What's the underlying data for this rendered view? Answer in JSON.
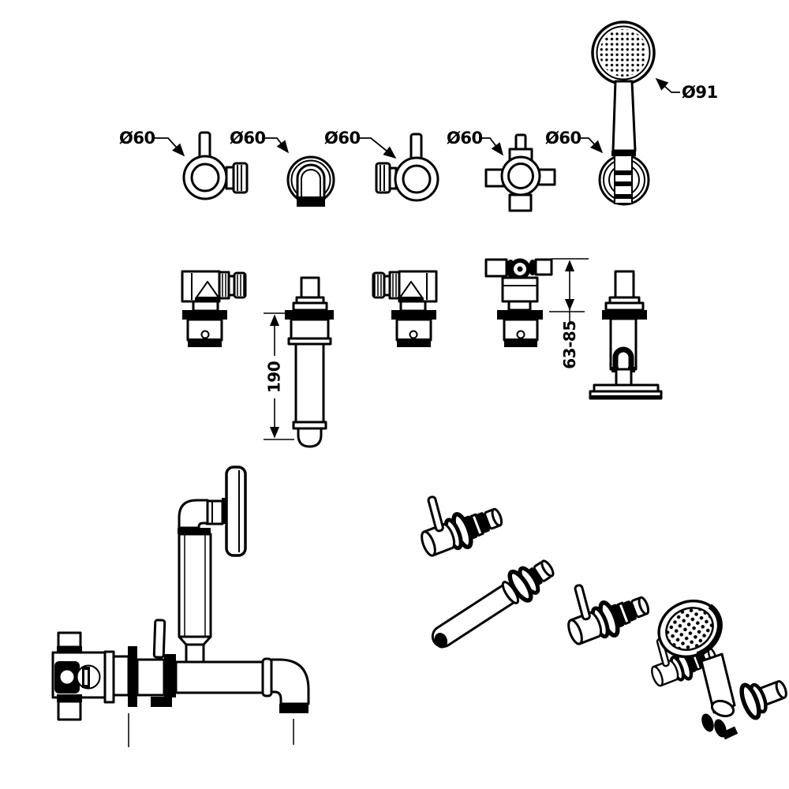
{
  "drawing": {
    "type": "technical-installation-diagram",
    "background_color": "#ffffff",
    "line_color": "#000000",
    "labels": {
      "dia60": [
        "Ø60",
        "Ø60",
        "Ø60",
        "Ø60",
        "Ø60"
      ],
      "dia91": "Ø91",
      "spout_length": "190",
      "wall_depth_range": "63-85"
    }
  }
}
